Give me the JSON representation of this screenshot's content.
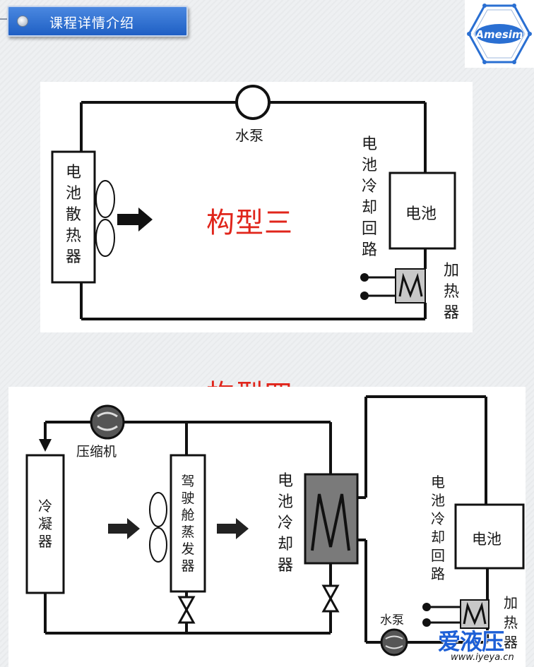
{
  "header": {
    "title": "课程详情介绍"
  },
  "logo": {
    "text": "Amesim"
  },
  "config3": {
    "title": "构型三",
    "pump": "水泵",
    "radiator": "电池散热器",
    "loop": "电池冷却回路",
    "battery": "电池",
    "heater": "加热器"
  },
  "config4": {
    "title": "构型四",
    "compressor": "压缩机",
    "condenser": "冷凝器",
    "evaporator": "驾驶舱蒸发器",
    "chiller": "电池冷却器",
    "loop": "电池冷却回路",
    "battery": "电池",
    "pump": "水泵",
    "heater": "加热器"
  },
  "watermark": {
    "brand": "爱液压",
    "url": "www.iyeya.cn"
  },
  "colors": {
    "accent_red": "#e0251b",
    "header_blue": "#2a6fd2",
    "watermark_blue": "#1d5fd6"
  }
}
